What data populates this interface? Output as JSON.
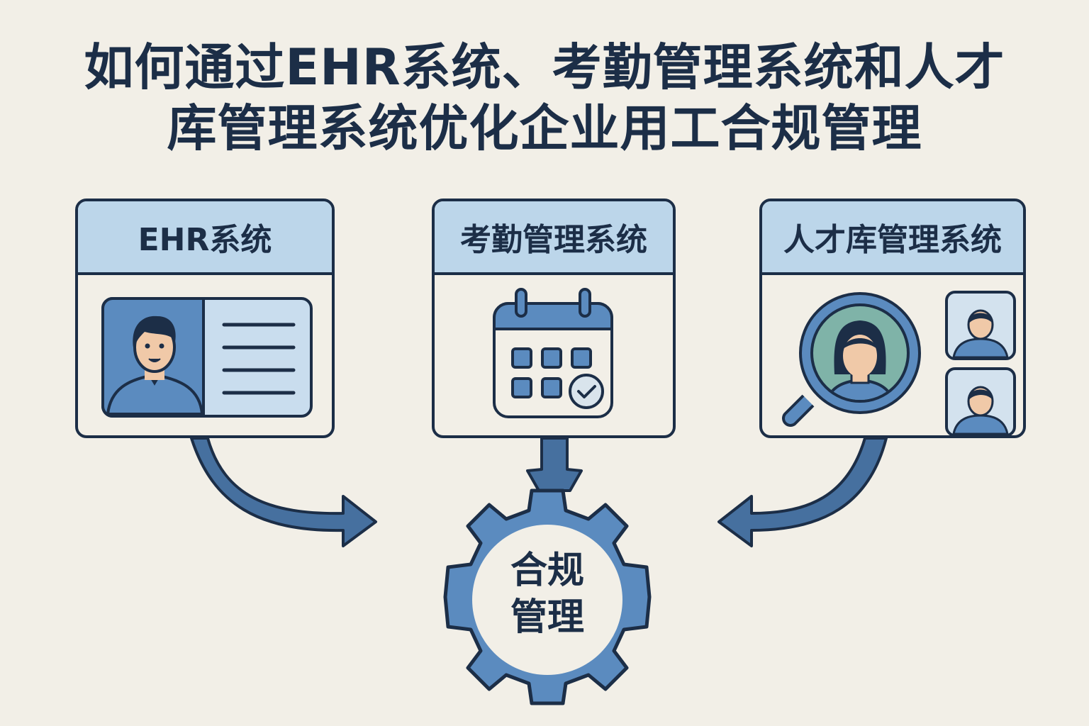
{
  "title": {
    "line1": "如何通过EHR系统、考勤管理系统和人才",
    "line2": "库管理系统优化企业用工合规管理"
  },
  "cards": [
    {
      "label": "EHR系统",
      "icon": "employee-profile-card-icon"
    },
    {
      "label": "考勤管理系统",
      "icon": "calendar-check-icon"
    },
    {
      "label": "人才库管理系统",
      "icon": "talent-search-icon"
    }
  ],
  "center": {
    "line1": "合规",
    "line2": "管理",
    "icon": "gear-icon"
  },
  "colors": {
    "background": "#f2efe7",
    "dark_navy": "#1c2e47",
    "header_blue": "#bcd6ea",
    "mid_blue": "#5b8bbf",
    "arrow_blue": "#46709f",
    "skin": "#f0c9a8",
    "teal": "#7fb3a8"
  }
}
